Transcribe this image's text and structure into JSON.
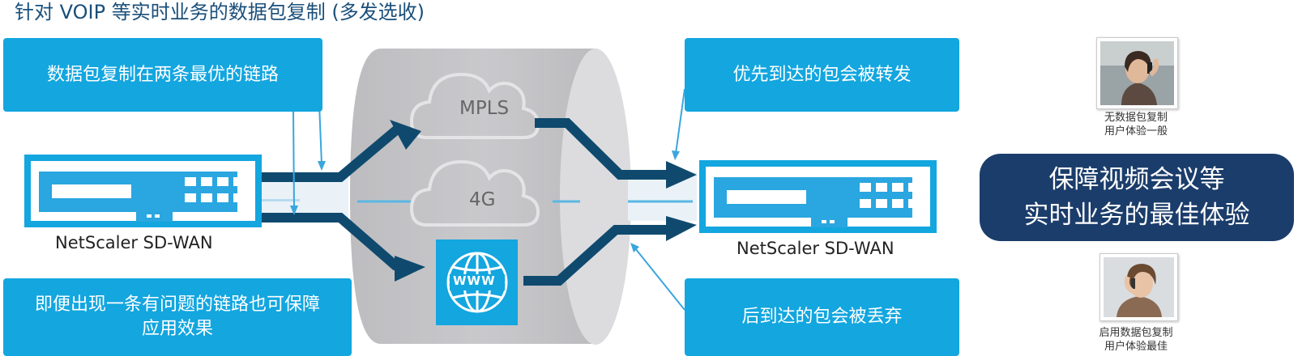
{
  "title": "针对 VOIP 等实时业务的数据包复制 (多发选收)",
  "callouts": {
    "top_left": "数据包复制在两条最优的链路",
    "bottom_left_line1": "即便出现一条有问题的链路也可保障",
    "bottom_left_line2": "应用效果",
    "top_right": "优先到达的包会被转发",
    "bottom_right": "后到达的包会被丢弃"
  },
  "networks": {
    "mpls": "MPLS",
    "lte": "4G",
    "internet": "WWW"
  },
  "devices": {
    "left_label": "NetScaler SD-WAN",
    "right_label": "NetScaler SD-WAN"
  },
  "users": {
    "bad_line1": "无数据包复制",
    "bad_line2": "用户体验一般",
    "good_line1": "启用数据包复制",
    "good_line2": "用户体验最佳"
  },
  "result": {
    "line1": "保障视频会议等",
    "line2": "实时业务的最佳体验"
  },
  "colors": {
    "callout": "#13a6df",
    "arrow": "#0f4a6e",
    "result_box": "#1b3d6b",
    "tunnel": "#c9c9cc"
  },
  "icons": [
    "cloud-icon",
    "globe-icon",
    "appliance-icon",
    "person-photo"
  ]
}
